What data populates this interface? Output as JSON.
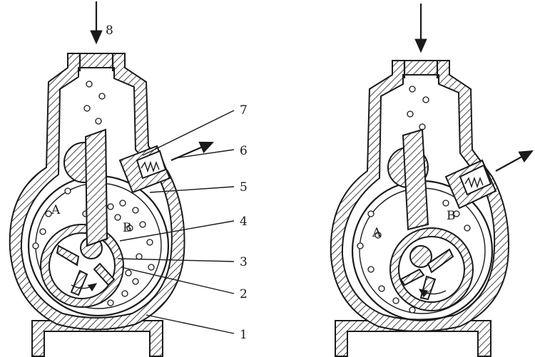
{
  "left_view": {
    "inlet_label": "8",
    "chamber_a": "A",
    "chamber_b": "B",
    "callouts": [
      "7",
      "6",
      "5",
      "4",
      "3",
      "2",
      "1"
    ]
  },
  "right_view": {
    "chamber_a": "A",
    "chamber_b": "B"
  },
  "colors": {
    "ink": "#1a1a1a",
    "background": "#ffffff"
  }
}
